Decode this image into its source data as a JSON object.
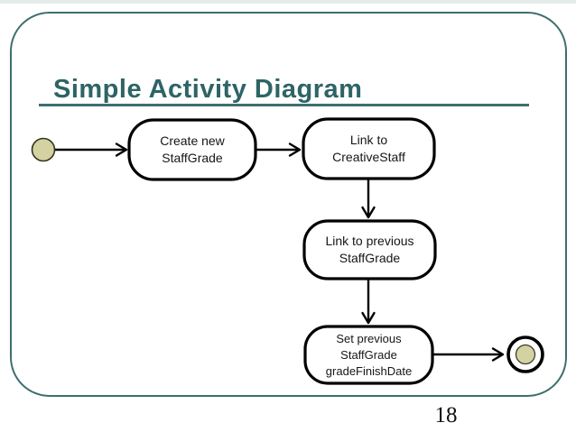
{
  "slide": {
    "title": "Simple Activity Diagram",
    "page_number": "18"
  },
  "diagram": {
    "type": "uml-activity-diagram",
    "start_node": "initial-state",
    "end_node": "final-state",
    "nodes": [
      {
        "id": "create-new-staffgrade",
        "lines": [
          "Create new",
          "StaffGrade"
        ]
      },
      {
        "id": "link-to-creativestaff",
        "lines": [
          "Link to",
          "CreativeStaff"
        ]
      },
      {
        "id": "link-to-previous-staffgrade",
        "lines": [
          "Link to previous",
          "StaffGrade"
        ]
      },
      {
        "id": "set-previous-staffgrade-gradefinishdate",
        "lines": [
          "Set previous",
          "StaffGrade",
          "gradeFinishDate"
        ]
      }
    ],
    "flow": [
      "initial-state -> Create new StaffGrade",
      "Create new StaffGrade -> Link to CreativeStaff",
      "Link to CreativeStaff -> Link to previous StaffGrade",
      "Link to previous StaffGrade -> Set previous StaffGrade gradeFinishDate",
      "Set previous StaffGrade gradeFinishDate -> final-state"
    ]
  },
  "colors": {
    "accent_teal": "#3e6e6e",
    "title_teal": "#2e6466",
    "node_outline": "#000000",
    "node_fill": "#ffffff",
    "state_dot_fill": "#d4d2a2",
    "state_dot_outline": "#33331f"
  }
}
